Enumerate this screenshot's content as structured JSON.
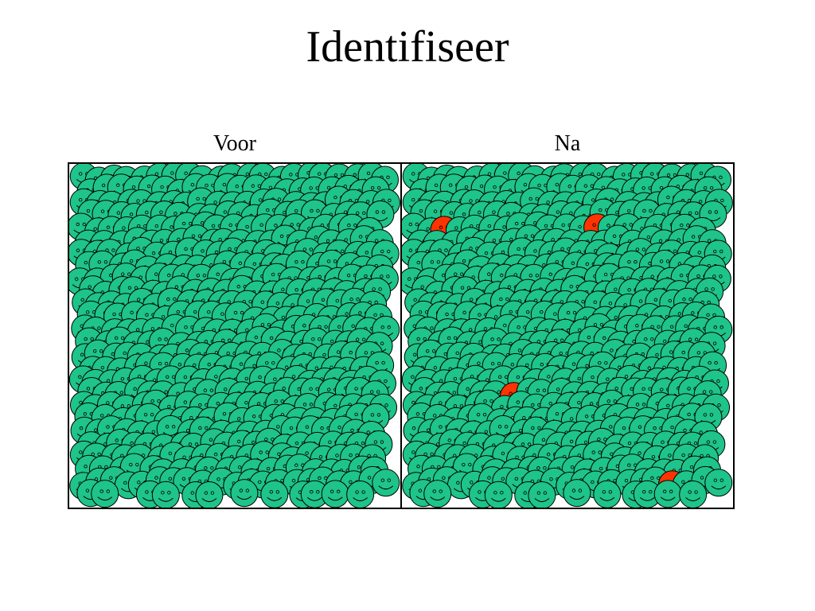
{
  "title": "Identifiseer",
  "panels": [
    {
      "label": "Voor",
      "red_faces": 0
    },
    {
      "label": "Na",
      "red_faces": 4
    }
  ],
  "colors": {
    "healthy_face": "#1ec48a",
    "affected_face": "#ff3300",
    "outline": "#000000",
    "background": "#ffffff"
  },
  "icons": {
    "healthy": "smiley-face-icon",
    "affected": "frowning-face-icon"
  }
}
